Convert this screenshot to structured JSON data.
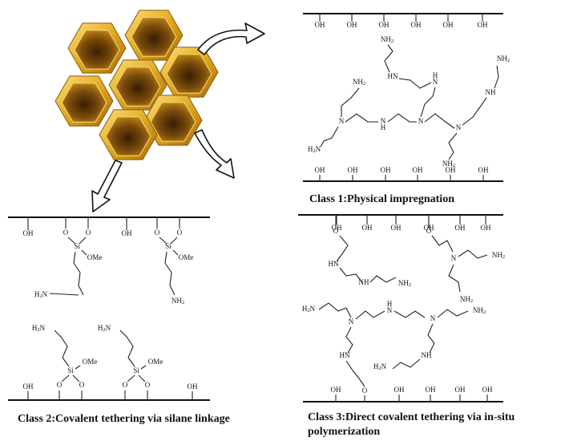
{
  "captions": {
    "class1": "Class 1:Physical  impregnation",
    "class2": "Class 2:Covalent  tethering via silane linkage",
    "class3_line1": "Class 3:Direct covalent tethering via in-situ",
    "class3_line2": "polymerization"
  },
  "atoms": {
    "oh": "OH",
    "nh2": "NH2",
    "h2n": "H2N",
    "n": "N",
    "nh": "NH",
    "hn": "HN",
    "h": "H",
    "o": "O",
    "si": "Si",
    "ome": "OMe"
  },
  "colors": {
    "honeycomb_gold": "#d9a21a",
    "honeycomb_shadow": "#5a3204",
    "arrow_fill": "#ffffff",
    "line": "#111111"
  },
  "icons": {
    "honeycomb": "hexagonal-honeycomb-support",
    "arrows": "outline-arrow"
  }
}
